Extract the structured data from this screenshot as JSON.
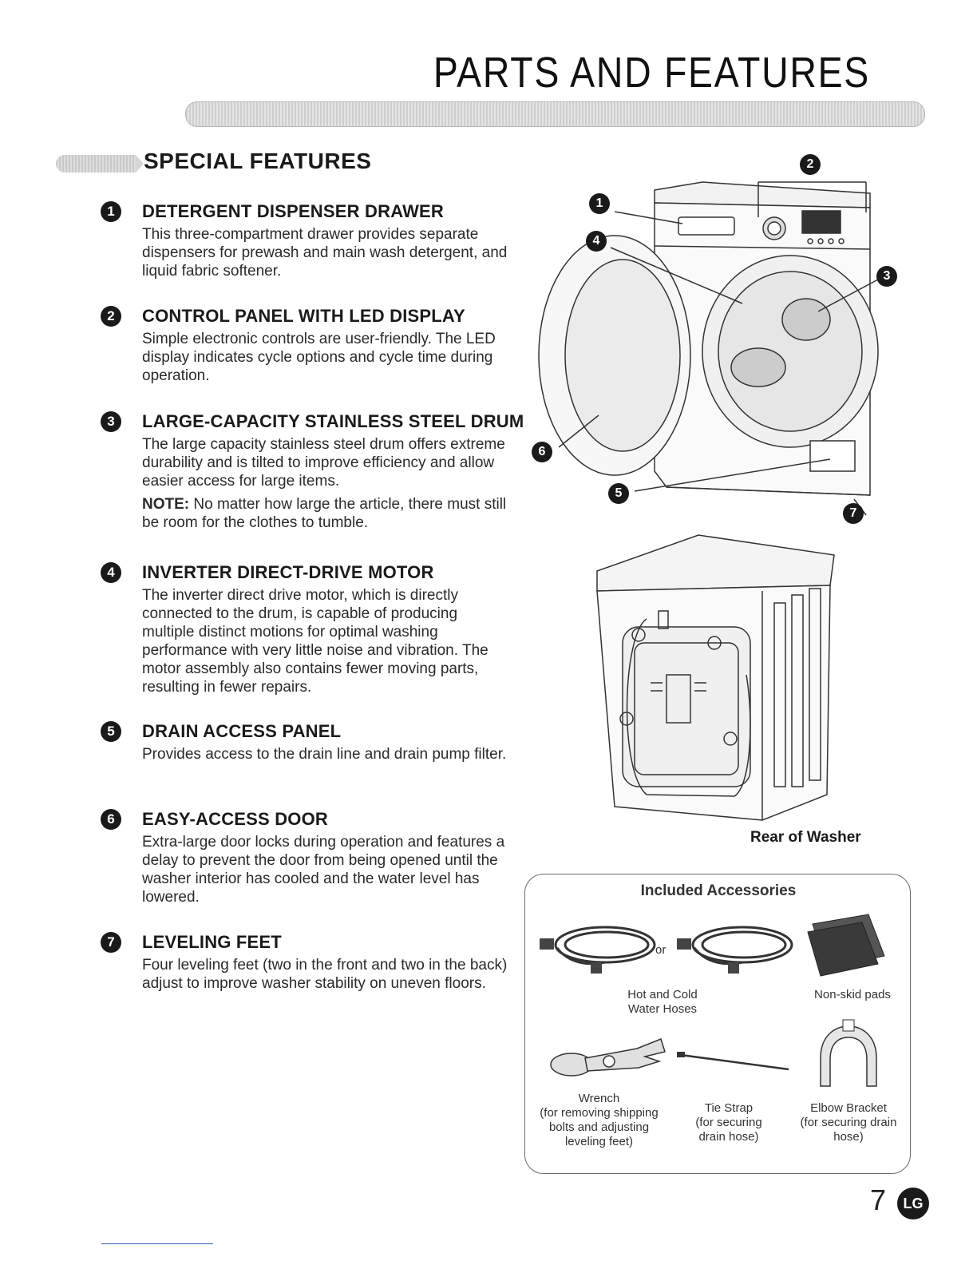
{
  "page": {
    "title": "PARTS AND FEATURES",
    "number": "7",
    "logo_text": "LG"
  },
  "section": {
    "title": "SPECIAL FEATURES"
  },
  "features": [
    {
      "num": "1",
      "title": "DETERGENT DISPENSER DRAWER",
      "text": "This three-compartment drawer provides separate dispensers for prewash and main wash detergent, and liquid fabric softener."
    },
    {
      "num": "2",
      "title": "CONTROL PANEL WITH LED DISPLAY",
      "text": "Simple electronic controls are user-friendly. The LED display indicates cycle options and cycle time during operation."
    },
    {
      "num": "3",
      "title": "LARGE-CAPACITY STAINLESS STEEL DRUM",
      "text": "The large capacity stainless steel drum offers extreme durability and is tilted to improve efficiency and allow easier access for large items.",
      "note_label": "NOTE:",
      "note_text": " No matter how large the article, there must still be room for the clothes to tumble."
    },
    {
      "num": "4",
      "title": "INVERTER DIRECT-DRIVE MOTOR",
      "text": "The inverter direct drive motor, which is directly connected to the drum, is capable of producing multiple distinct motions for optimal washing performance with very little noise and vibration. The motor assembly also contains fewer moving parts, resulting in fewer repairs."
    },
    {
      "num": "5",
      "title": "DRAIN ACCESS PANEL",
      "text": "Provides access to the drain line and drain pump filter."
    },
    {
      "num": "6",
      "title": "EASY-ACCESS DOOR",
      "text": "Extra-large door locks during operation and features a delay to prevent the door from being opened until the washer interior has cooled and the water level has lowered."
    },
    {
      "num": "7",
      "title": "LEVELING FEET",
      "text": "Four leveling feet (two in the front and two in the back) adjust to improve washer stability on uneven floors."
    }
  ],
  "front_diagram": {
    "callouts": [
      "1",
      "2",
      "3",
      "4",
      "5",
      "6",
      "7"
    ]
  },
  "rear_diagram": {
    "caption": "Rear of Washer"
  },
  "accessories": {
    "title": "Included Accessories",
    "or_text": "or",
    "items": [
      {
        "label_1": "Hot and Cold",
        "label_2": "Water Hoses",
        "label_3": "",
        "label_4": ""
      },
      {
        "label_1": "Non-skid pads",
        "label_2": "",
        "label_3": "",
        "label_4": ""
      },
      {
        "label_1": "Wrench",
        "label_2": "(for removing shipping",
        "label_3": "bolts and adjusting",
        "label_4": "leveling feet)"
      },
      {
        "label_1": "Tie Strap",
        "label_2": "(for securing",
        "label_3": "drain hose)",
        "label_4": ""
      },
      {
        "label_1": "Elbow Bracket",
        "label_2": "(for securing drain",
        "label_3": "hose)",
        "label_4": ""
      }
    ]
  }
}
